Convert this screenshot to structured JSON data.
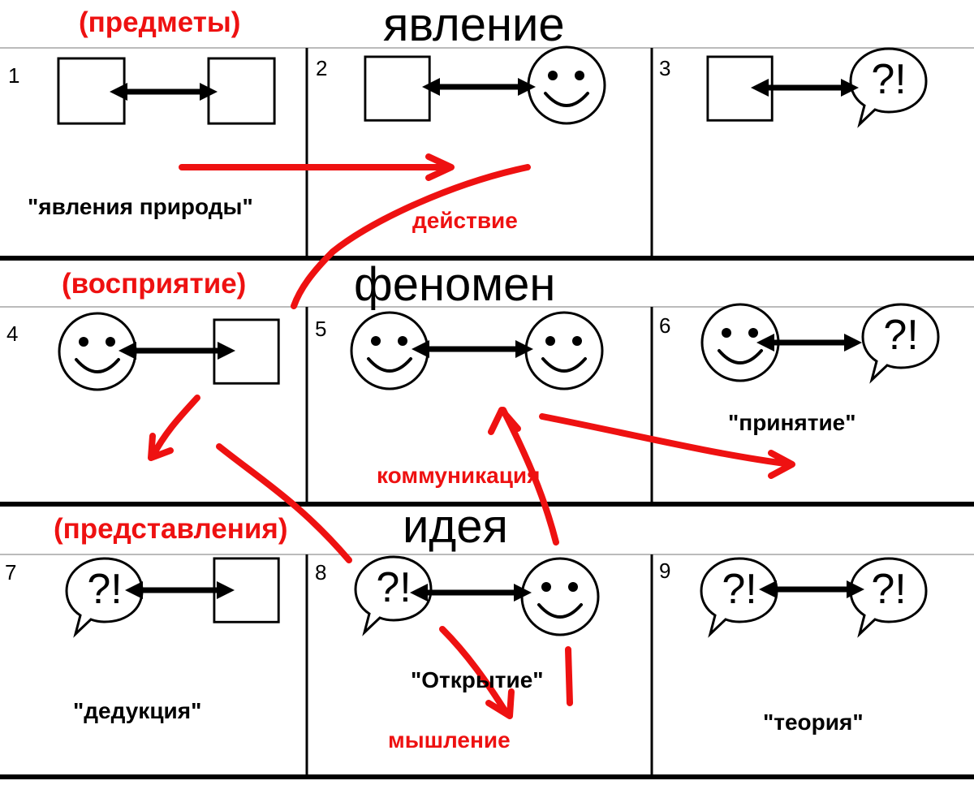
{
  "headings": {
    "row1": "явление",
    "row2": "феномен",
    "row3": "идея"
  },
  "categories": {
    "row1": "(предметы)",
    "row2": "(восприятие)",
    "row3": "(представления)"
  },
  "cells": [
    {
      "number": "1",
      "left": "square-icon",
      "right": "square-icon",
      "caption": "\"явления природы\""
    },
    {
      "number": "2",
      "left": "square-icon",
      "right": "smiley-icon",
      "caption": ""
    },
    {
      "number": "3",
      "left": "square-icon",
      "right": "speech-bubble-icon",
      "caption": ""
    },
    {
      "number": "4",
      "left": "smiley-icon",
      "right": "square-icon",
      "caption": ""
    },
    {
      "number": "5",
      "left": "smiley-icon",
      "right": "smiley-icon",
      "caption": ""
    },
    {
      "number": "6",
      "left": "smiley-icon",
      "right": "speech-bubble-icon",
      "caption": "\"принятие\""
    },
    {
      "number": "7",
      "left": "speech-bubble-icon",
      "right": "square-icon",
      "caption": "\"дедукция\""
    },
    {
      "number": "8",
      "left": "speech-bubble-icon",
      "right": "smiley-icon",
      "caption": "\"Открытие\""
    },
    {
      "number": "9",
      "left": "speech-bubble-icon",
      "right": "speech-bubble-icon",
      "caption": "\"теория\""
    }
  ],
  "bubble_text": "?!",
  "annotations": {
    "action": "действие",
    "communication": "коммуникация",
    "thinking": "мышление"
  },
  "colors": {
    "annotation": "#ee1111",
    "ink": "#000000",
    "rule": "#bbbbbb"
  }
}
